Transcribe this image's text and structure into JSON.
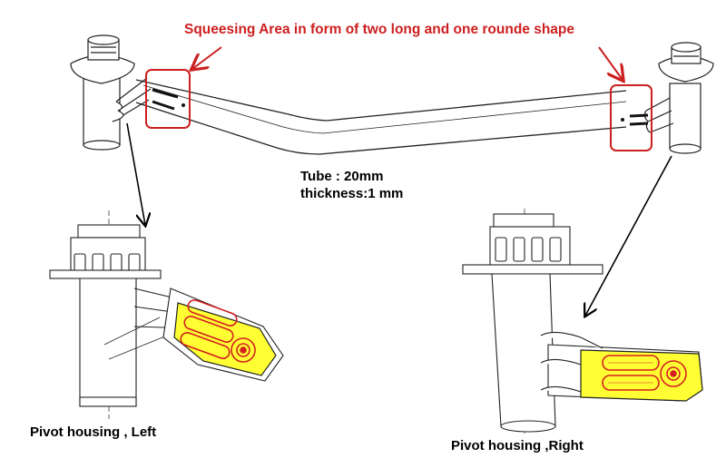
{
  "annotation": {
    "text": "Squeesing Area in form of two long and one rounde shape",
    "color": "#cc1f1f"
  },
  "tube": {
    "size": "Tube : 20mm",
    "thickness": "thickness:1 mm"
  },
  "captions": {
    "left": "Pivot housing , Left",
    "right": "Pivot housing ,Right"
  },
  "colors": {
    "highlight": "#ffff33",
    "squeeze": "#d42020",
    "line": "#222222"
  }
}
